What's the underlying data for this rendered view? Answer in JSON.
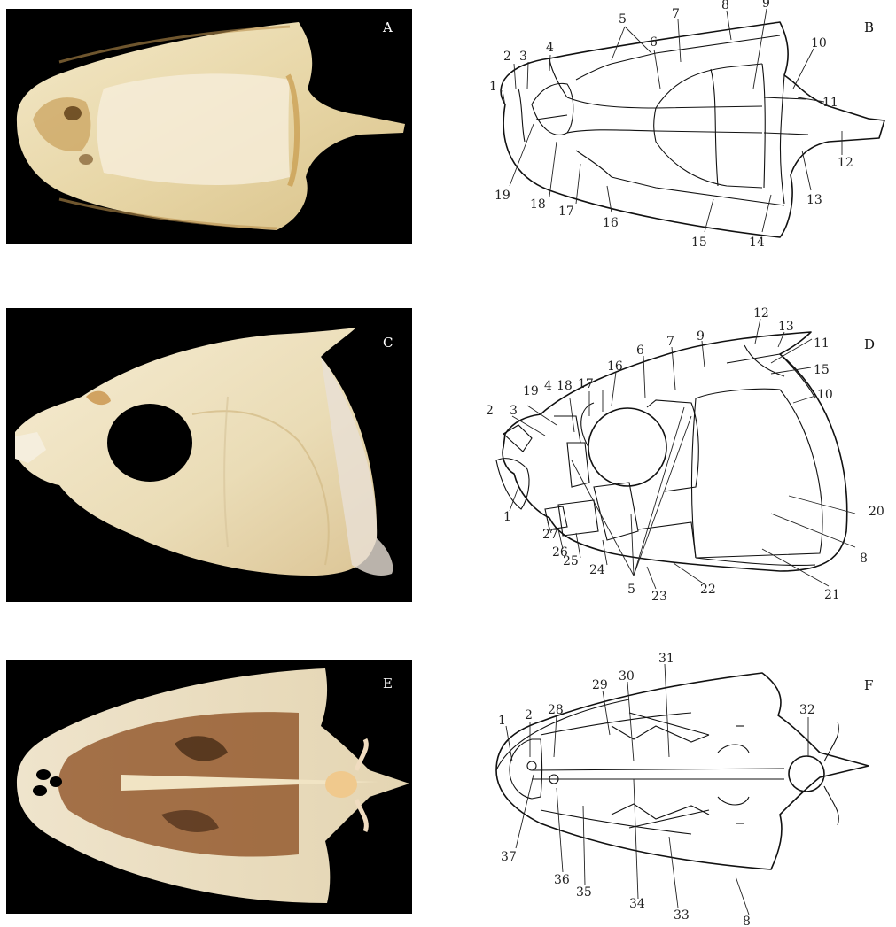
{
  "figure": {
    "panels": [
      {
        "id": "A",
        "label": "A",
        "kind": "photograph",
        "view": "dorsal"
      },
      {
        "id": "B",
        "label": "B",
        "kind": "line-drawing",
        "view": "dorsal",
        "callouts": [
          "1",
          "2",
          "3",
          "4",
          "5",
          "6",
          "7",
          "8",
          "9",
          "10",
          "11",
          "12",
          "13",
          "14",
          "15",
          "16",
          "17",
          "18",
          "19"
        ]
      },
      {
        "id": "C",
        "label": "C",
        "kind": "photograph",
        "view": "lateral"
      },
      {
        "id": "D",
        "label": "D",
        "kind": "line-drawing",
        "view": "lateral",
        "callouts": [
          "1",
          "2",
          "3",
          "4",
          "5",
          "6",
          "7",
          "8",
          "9",
          "10",
          "11",
          "12",
          "13",
          "15",
          "16",
          "17",
          "18",
          "19",
          "20",
          "21",
          "22",
          "23",
          "24",
          "25",
          "26",
          "27"
        ]
      },
      {
        "id": "E",
        "label": "E",
        "kind": "photograph",
        "view": "ventral"
      },
      {
        "id": "F",
        "label": "F",
        "kind": "line-drawing",
        "view": "ventral",
        "callouts": [
          "1",
          "2",
          "8",
          "28",
          "29",
          "30",
          "31",
          "32",
          "33",
          "34",
          "35",
          "36",
          "37"
        ]
      }
    ]
  },
  "colors": {
    "photo_background": "#000000",
    "bone_light": "#efe3c4",
    "bone_shadow": "#c9a560",
    "drawing_stroke": "#111111"
  }
}
